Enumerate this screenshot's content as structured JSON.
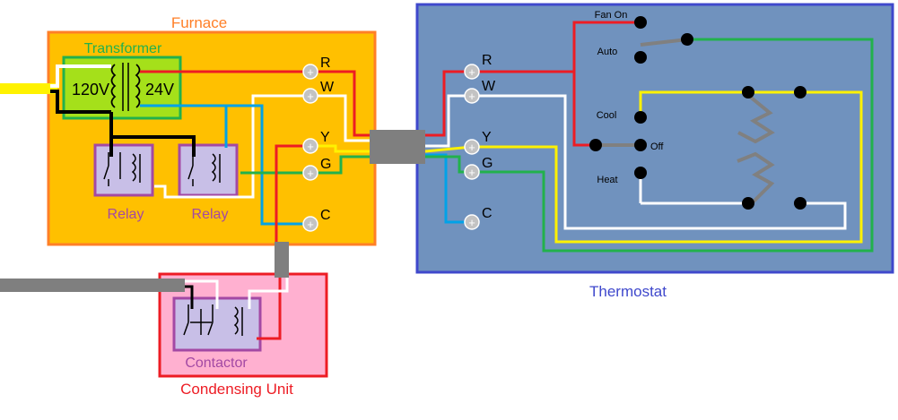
{
  "furnace": {
    "title": "Furnace",
    "transformer_label": "Transformer",
    "primary_voltage": "120V",
    "secondary_voltage": "24V",
    "relay_label_1": "Relay",
    "relay_label_2": "Relay",
    "terminals": {
      "r": "R",
      "w": "W",
      "y": "Y",
      "g": "G",
      "c": "C"
    }
  },
  "condensing_unit": {
    "title": "Condensing Unit",
    "contactor_label": "Contactor"
  },
  "thermostat": {
    "title": "Thermostat",
    "terminals": {
      "r": "R",
      "w": "W",
      "y": "Y",
      "g": "G",
      "c": "C"
    },
    "switches": {
      "fan_on": "Fan On",
      "auto": "Auto",
      "cool": "Cool",
      "off": "Off",
      "heat": "Heat"
    }
  },
  "colors": {
    "furnace_fill": "#ffc000",
    "furnace_border": "#ff7f27",
    "furnace_title": "#ff7f27",
    "transformer_fill": "#a5e01a",
    "transformer_border": "#22b14c",
    "relay_fill": "#c8bfe7",
    "relay_border": "#a349a4",
    "condensing_fill": "#ffb0d0",
    "condensing_border": "#ed1c24",
    "thermostat_fill": "#7092be",
    "thermostat_border": "#3f48cc",
    "wire_red": "#ed1c24",
    "wire_white": "#ffffff",
    "wire_yellow": "#fff200",
    "wire_green": "#22b14c",
    "wire_blue": "#00a2e8",
    "wire_black": "#000000",
    "cable_gray": "#7f7f7f",
    "switch_gray": "#808080"
  }
}
